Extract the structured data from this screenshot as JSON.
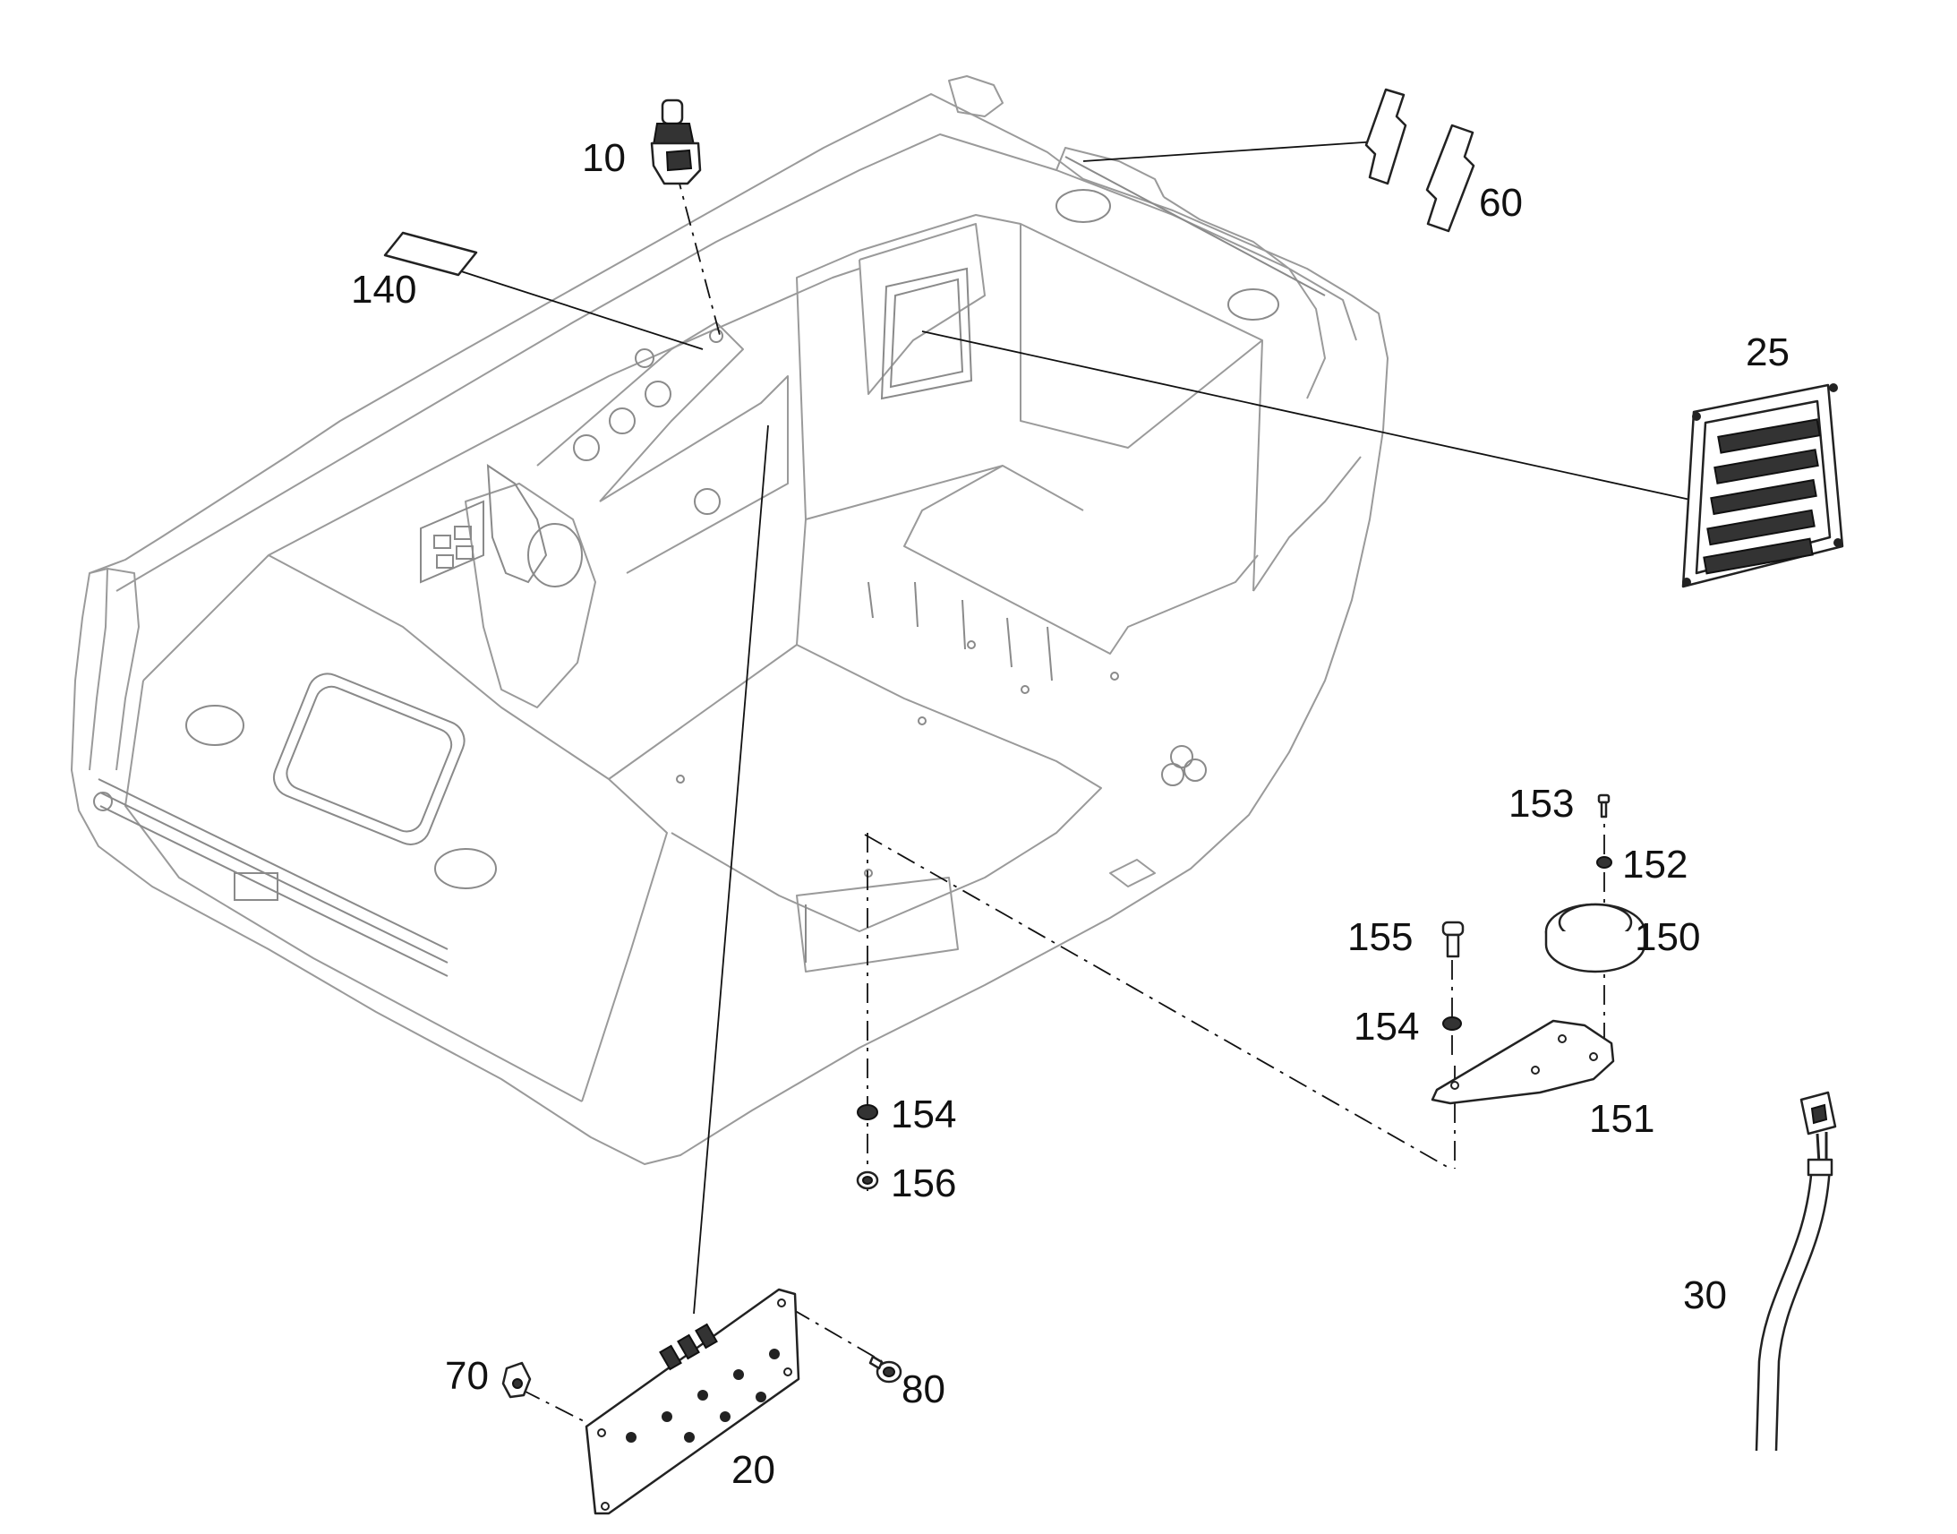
{
  "callouts": {
    "c10": "10",
    "c140": "140",
    "c60": "60",
    "c25": "25",
    "c153": "153",
    "c152": "152",
    "c155": "155",
    "c150": "150",
    "c154a": "154",
    "c151": "151",
    "c154b": "154",
    "c156": "156",
    "c30": "30",
    "c70": "70",
    "c80": "80",
    "c20": "20"
  }
}
